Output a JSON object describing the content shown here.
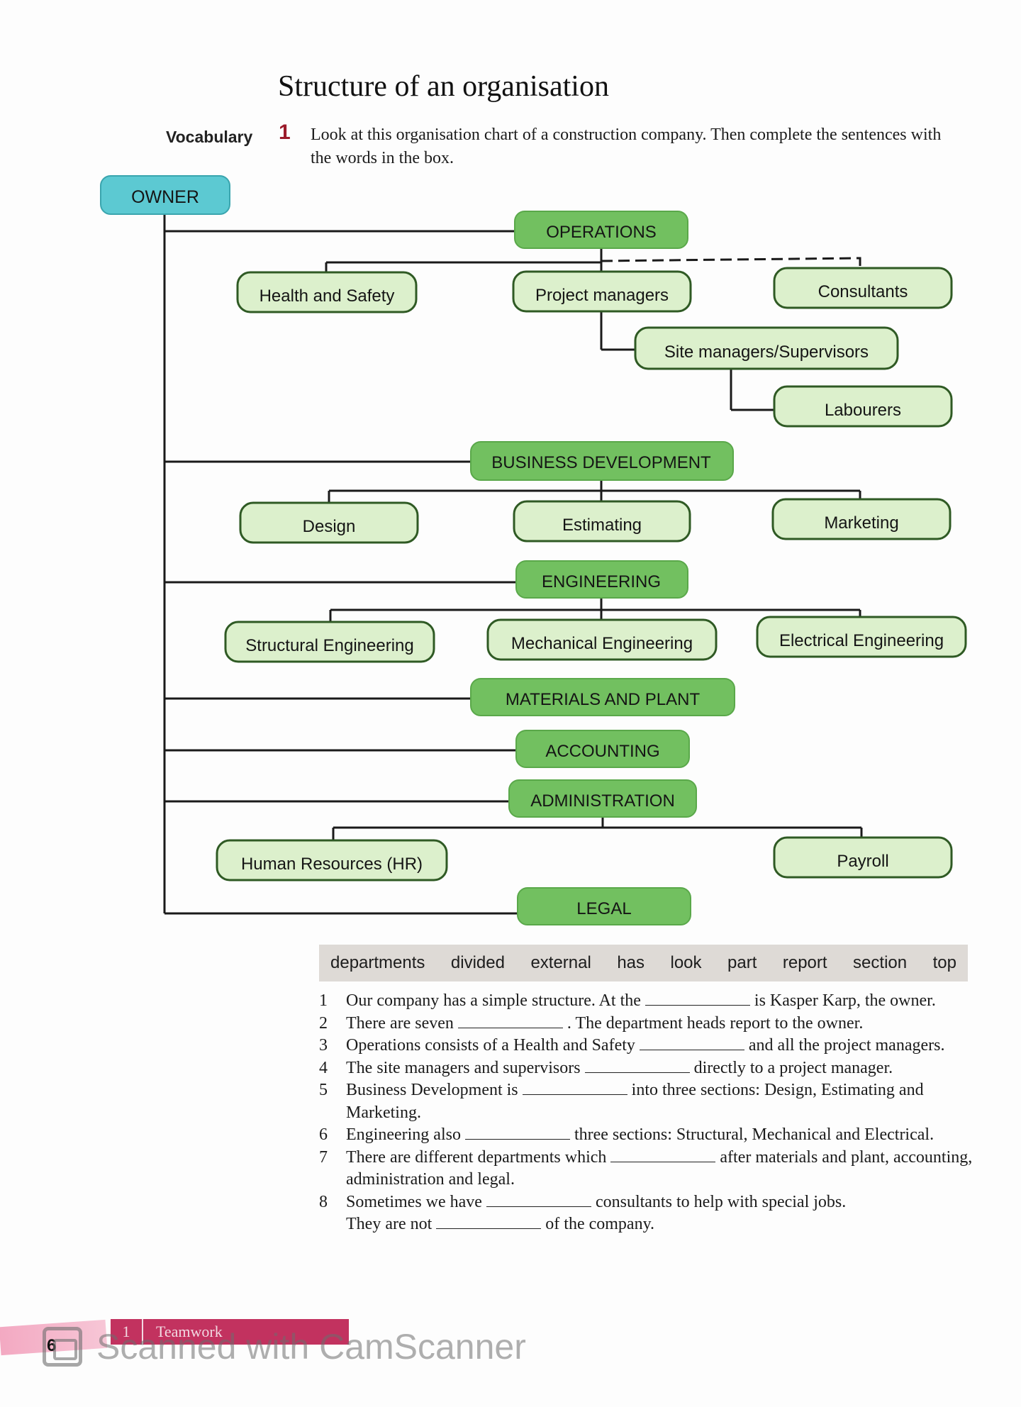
{
  "title": "Structure of an organisation",
  "section_label": "Vocabulary",
  "exercise_number": "1",
  "instructions": "Look at this organisation chart of a construction company. Then complete the sentences with the words in the box.",
  "org_chart": {
    "owner": "OWNER",
    "departments": {
      "operations": "OPERATIONS",
      "business_development": "BUSINESS DEVELOPMENT",
      "engineering": "ENGINEERING",
      "materials_and_plant": "MATERIALS AND PLANT",
      "accounting": "ACCOUNTING",
      "administration": "ADMINISTRATION",
      "legal": "LEGAL"
    },
    "sections": {
      "health_and_safety": "Health and Safety",
      "project_managers": "Project managers",
      "consultants": "Consultants",
      "site_managers": "Site managers/Supervisors",
      "labourers": "Labourers",
      "design": "Design",
      "estimating": "Estimating",
      "marketing": "Marketing",
      "structural": "Structural Engineering",
      "mechanical": "Mechanical Engineering",
      "electrical": "Electrical Engineering",
      "hr": "Human Resources (HR)",
      "payroll": "Payroll"
    },
    "colors": {
      "owner_fill": "#5cc9d2",
      "department_fill": "#72c060",
      "section_fill": "#dcf0cc",
      "section_border": "#2f5a24"
    }
  },
  "word_box": [
    "departments",
    "divided",
    "external",
    "has",
    "look",
    "part",
    "report",
    "section",
    "top"
  ],
  "sentences": [
    {
      "num": "1",
      "before": "Our company has a simple structure. At the",
      "after": "is Kasper Karp, the owner."
    },
    {
      "num": "2",
      "before": "There are seven",
      "after": ". The department heads report to the owner."
    },
    {
      "num": "3",
      "before": "Operations consists of a Health and Safety",
      "after": "and all the project managers."
    },
    {
      "num": "4",
      "before": "The site managers and supervisors",
      "after": "directly to a project manager."
    },
    {
      "num": "5",
      "before": "Business Development is",
      "after": "into three sections: Design, Estimating and Marketing."
    },
    {
      "num": "6",
      "before": "Engineering also",
      "after": "three sections: Structural, Mechanical and Electrical."
    },
    {
      "num": "7",
      "before": "There are different departments which",
      "after": "after materials and plant, accounting, administration and legal."
    },
    {
      "num": "8",
      "before": "Sometimes we have",
      "after": "consultants to help with special jobs.",
      "before2": "They are not",
      "after2": "of the company."
    }
  ],
  "footer": {
    "page_number": "6",
    "unit_number": "1",
    "unit_name": "Teamwork"
  },
  "watermark": "Scanned with CamScanner"
}
